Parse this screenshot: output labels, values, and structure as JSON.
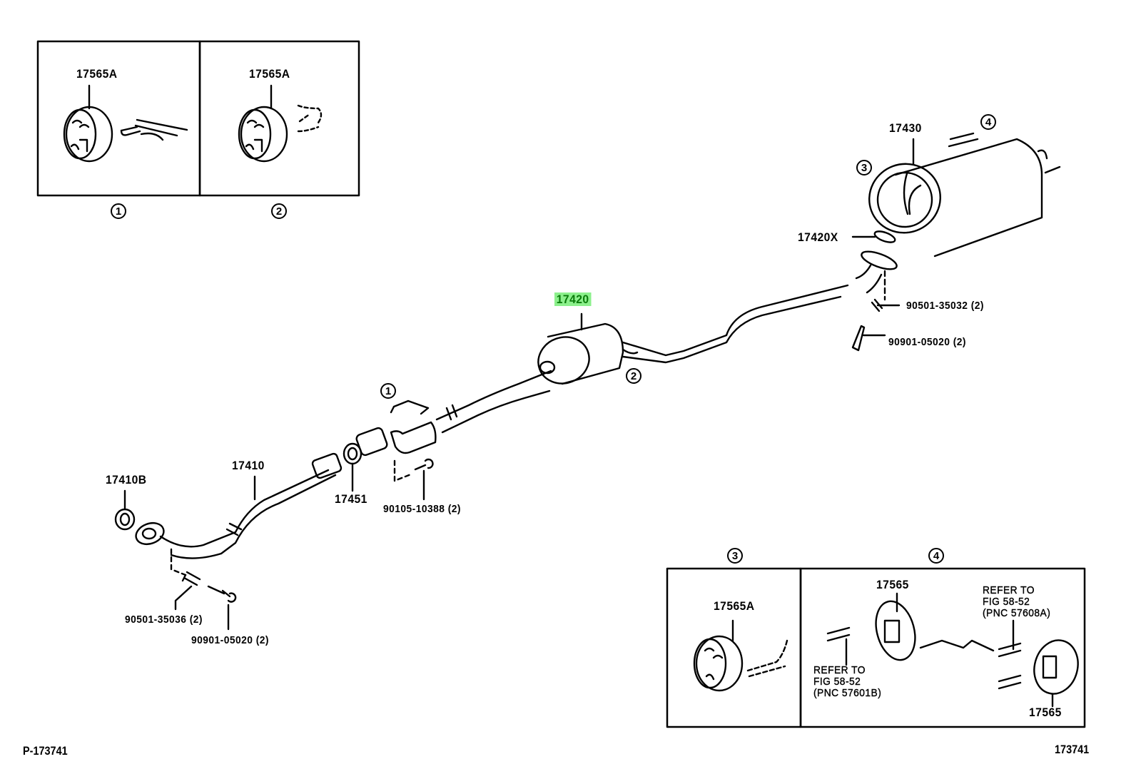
{
  "diagram": {
    "title_code": "P-173741",
    "figure_number": "173741",
    "highlight_color": "#8cf08c",
    "highlighted_part": "17420",
    "main_labels": {
      "muffler_front": "17420",
      "tail_pipe": "17430",
      "gasket_tail": "17420X",
      "spring_rear": "90501-35032 (2)",
      "bolt_rear": "90901-05020 (2)",
      "front_pipe": "17410",
      "gasket_front": "17410B",
      "gasket_mid": "17451",
      "bolt_mid": "90105-10388 (2)",
      "spring_front": "90501-35036 (2)",
      "bolt_front": "90901-05020 (2)"
    },
    "callouts": [
      "1",
      "2",
      "3",
      "4"
    ],
    "detail_panels": [
      {
        "ref": "1",
        "part": "17565A"
      },
      {
        "ref": "2",
        "part": "17565A"
      },
      {
        "ref": "3",
        "part": "17565A"
      },
      {
        "ref": "4",
        "parts": [
          "17565",
          "17565"
        ],
        "notes": [
          {
            "line1": "REFER TO",
            "line2": "FIG 58-52",
            "line3": "(PNC 57601B)"
          },
          {
            "line1": "REFER TO",
            "line2": "FIG 58-52",
            "line3": "(PNC 57608A)"
          }
        ]
      }
    ]
  }
}
